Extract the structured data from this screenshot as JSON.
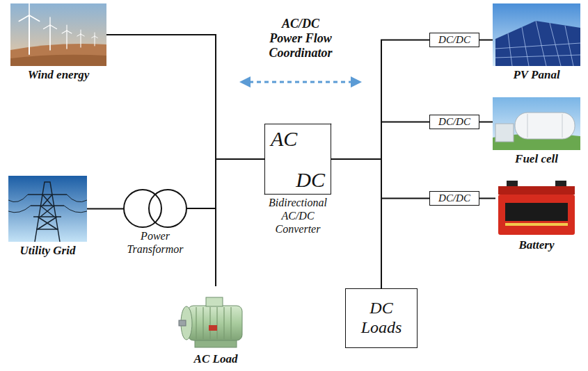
{
  "diagram": {
    "nodes": [
      {
        "text": [
          "Wind energy"
        ]
      },
      {
        "text": [
          "Utility Grid"
        ]
      },
      {
        "text": [
          "Power Transformor"
        ]
      },
      {
        "text": [
          "AC Load"
        ]
      },
      {
        "text": [
          "AC",
          "DC",
          "Bidirectional AC/DC Converter"
        ]
      },
      {
        "text": [
          "DC/DC"
        ]
      },
      {
        "text": [
          "PV Panal"
        ]
      },
      {
        "text": [
          "DC/DC"
        ]
      },
      {
        "text": [
          "Fuel cell"
        ]
      },
      {
        "text": [
          "DC/DC"
        ]
      },
      {
        "text": [
          "Battery"
        ]
      },
      {
        "text": [
          "DC Loads"
        ]
      }
    ],
    "edges": [
      {
        "from": 0,
        "to": 4,
        "arrow": "none"
      },
      {
        "from": 1,
        "to": 2,
        "arrow": "none"
      },
      {
        "from": 2,
        "to": 4,
        "arrow": "none"
      },
      {
        "from": 3,
        "to": 4,
        "arrow": "none"
      },
      {
        "from": 4,
        "to": 5,
        "arrow": "none"
      },
      {
        "from": 5,
        "to": 6,
        "arrow": "none"
      },
      {
        "from": 4,
        "to": 7,
        "arrow": "none"
      },
      {
        "from": 7,
        "to": 8,
        "arrow": "none"
      },
      {
        "from": 4,
        "to": 9,
        "arrow": "none"
      },
      {
        "from": 9,
        "to": 10,
        "arrow": "none"
      },
      {
        "from": 4,
        "to": 11,
        "arrow": "none"
      }
    ],
    "labels": [
      "AC/DC Power Flow Coordinator"
    ]
  }
}
